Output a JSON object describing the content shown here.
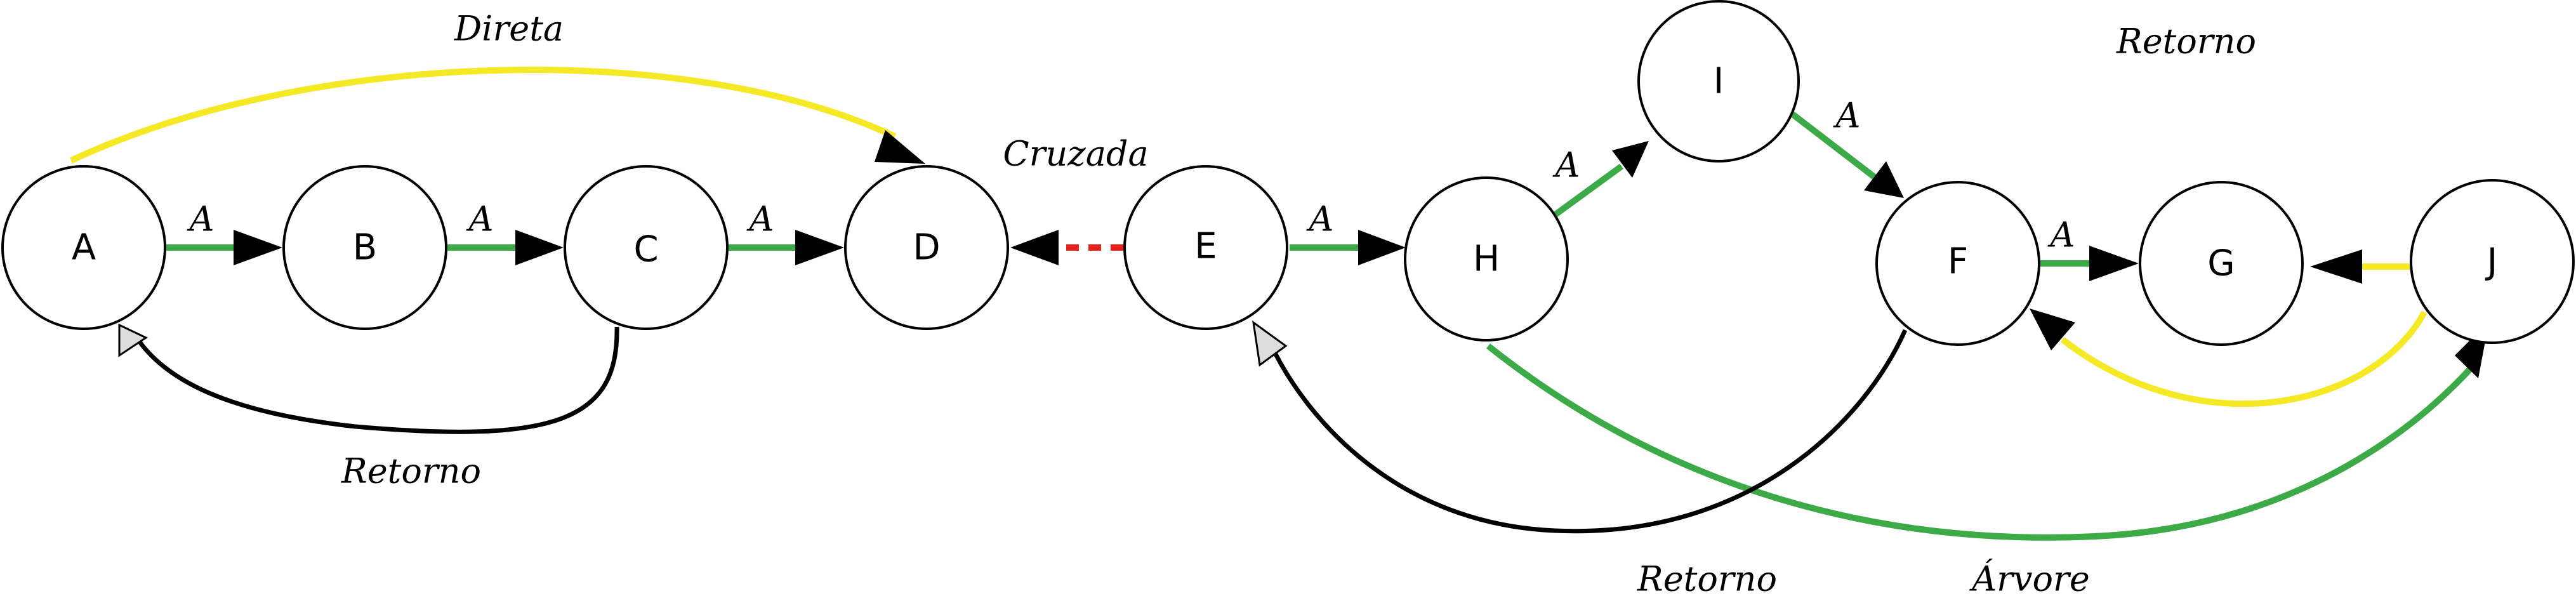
{
  "colors": {
    "tree": "#3daa48",
    "forward": "#f5e824",
    "back": "#000000",
    "cross": "#e8201c",
    "node_fill": "#ffffff",
    "node_stroke": "#000000"
  },
  "nodes": [
    {
      "id": "A",
      "label": "A"
    },
    {
      "id": "B",
      "label": "B"
    },
    {
      "id": "C",
      "label": "C"
    },
    {
      "id": "D",
      "label": "D"
    },
    {
      "id": "E",
      "label": "E"
    },
    {
      "id": "H",
      "label": "H"
    },
    {
      "id": "I",
      "label": "I"
    },
    {
      "id": "F",
      "label": "F"
    },
    {
      "id": "G",
      "label": "G"
    },
    {
      "id": "J",
      "label": "J"
    }
  ],
  "edges": [
    {
      "id": "A-B",
      "from": "A",
      "to": "B",
      "kind": "tree"
    },
    {
      "id": "B-C",
      "from": "B",
      "to": "C",
      "kind": "tree"
    },
    {
      "id": "C-D",
      "from": "C",
      "to": "D",
      "kind": "tree"
    },
    {
      "id": "E-H",
      "from": "E",
      "to": "H",
      "kind": "tree"
    },
    {
      "id": "H-I",
      "from": "H",
      "to": "I",
      "kind": "tree"
    },
    {
      "id": "I-F",
      "from": "I",
      "to": "F",
      "kind": "tree"
    },
    {
      "id": "F-G",
      "from": "F",
      "to": "G",
      "kind": "tree"
    },
    {
      "id": "H-J",
      "from": "H",
      "to": "J",
      "kind": "tree"
    },
    {
      "id": "A-D",
      "from": "A",
      "to": "D",
      "kind": "forward"
    },
    {
      "id": "J-G",
      "from": "J",
      "to": "G",
      "kind": "forward"
    },
    {
      "id": "J-F",
      "from": "J",
      "to": "F",
      "kind": "forward"
    },
    {
      "id": "C-A",
      "from": "C",
      "to": "A",
      "kind": "back"
    },
    {
      "id": "F-E",
      "from": "F",
      "to": "E",
      "kind": "back"
    },
    {
      "id": "E-D",
      "from": "E",
      "to": "D",
      "kind": "cross"
    }
  ],
  "labels": {
    "tree_edge_mark": "A",
    "direta": "Direta",
    "cruzada": "Cruzada",
    "retorno_left": "Retorno",
    "retorno_top_right": "Retorno",
    "retorno_bottom": "Retorno",
    "arvore": "Árvore"
  }
}
